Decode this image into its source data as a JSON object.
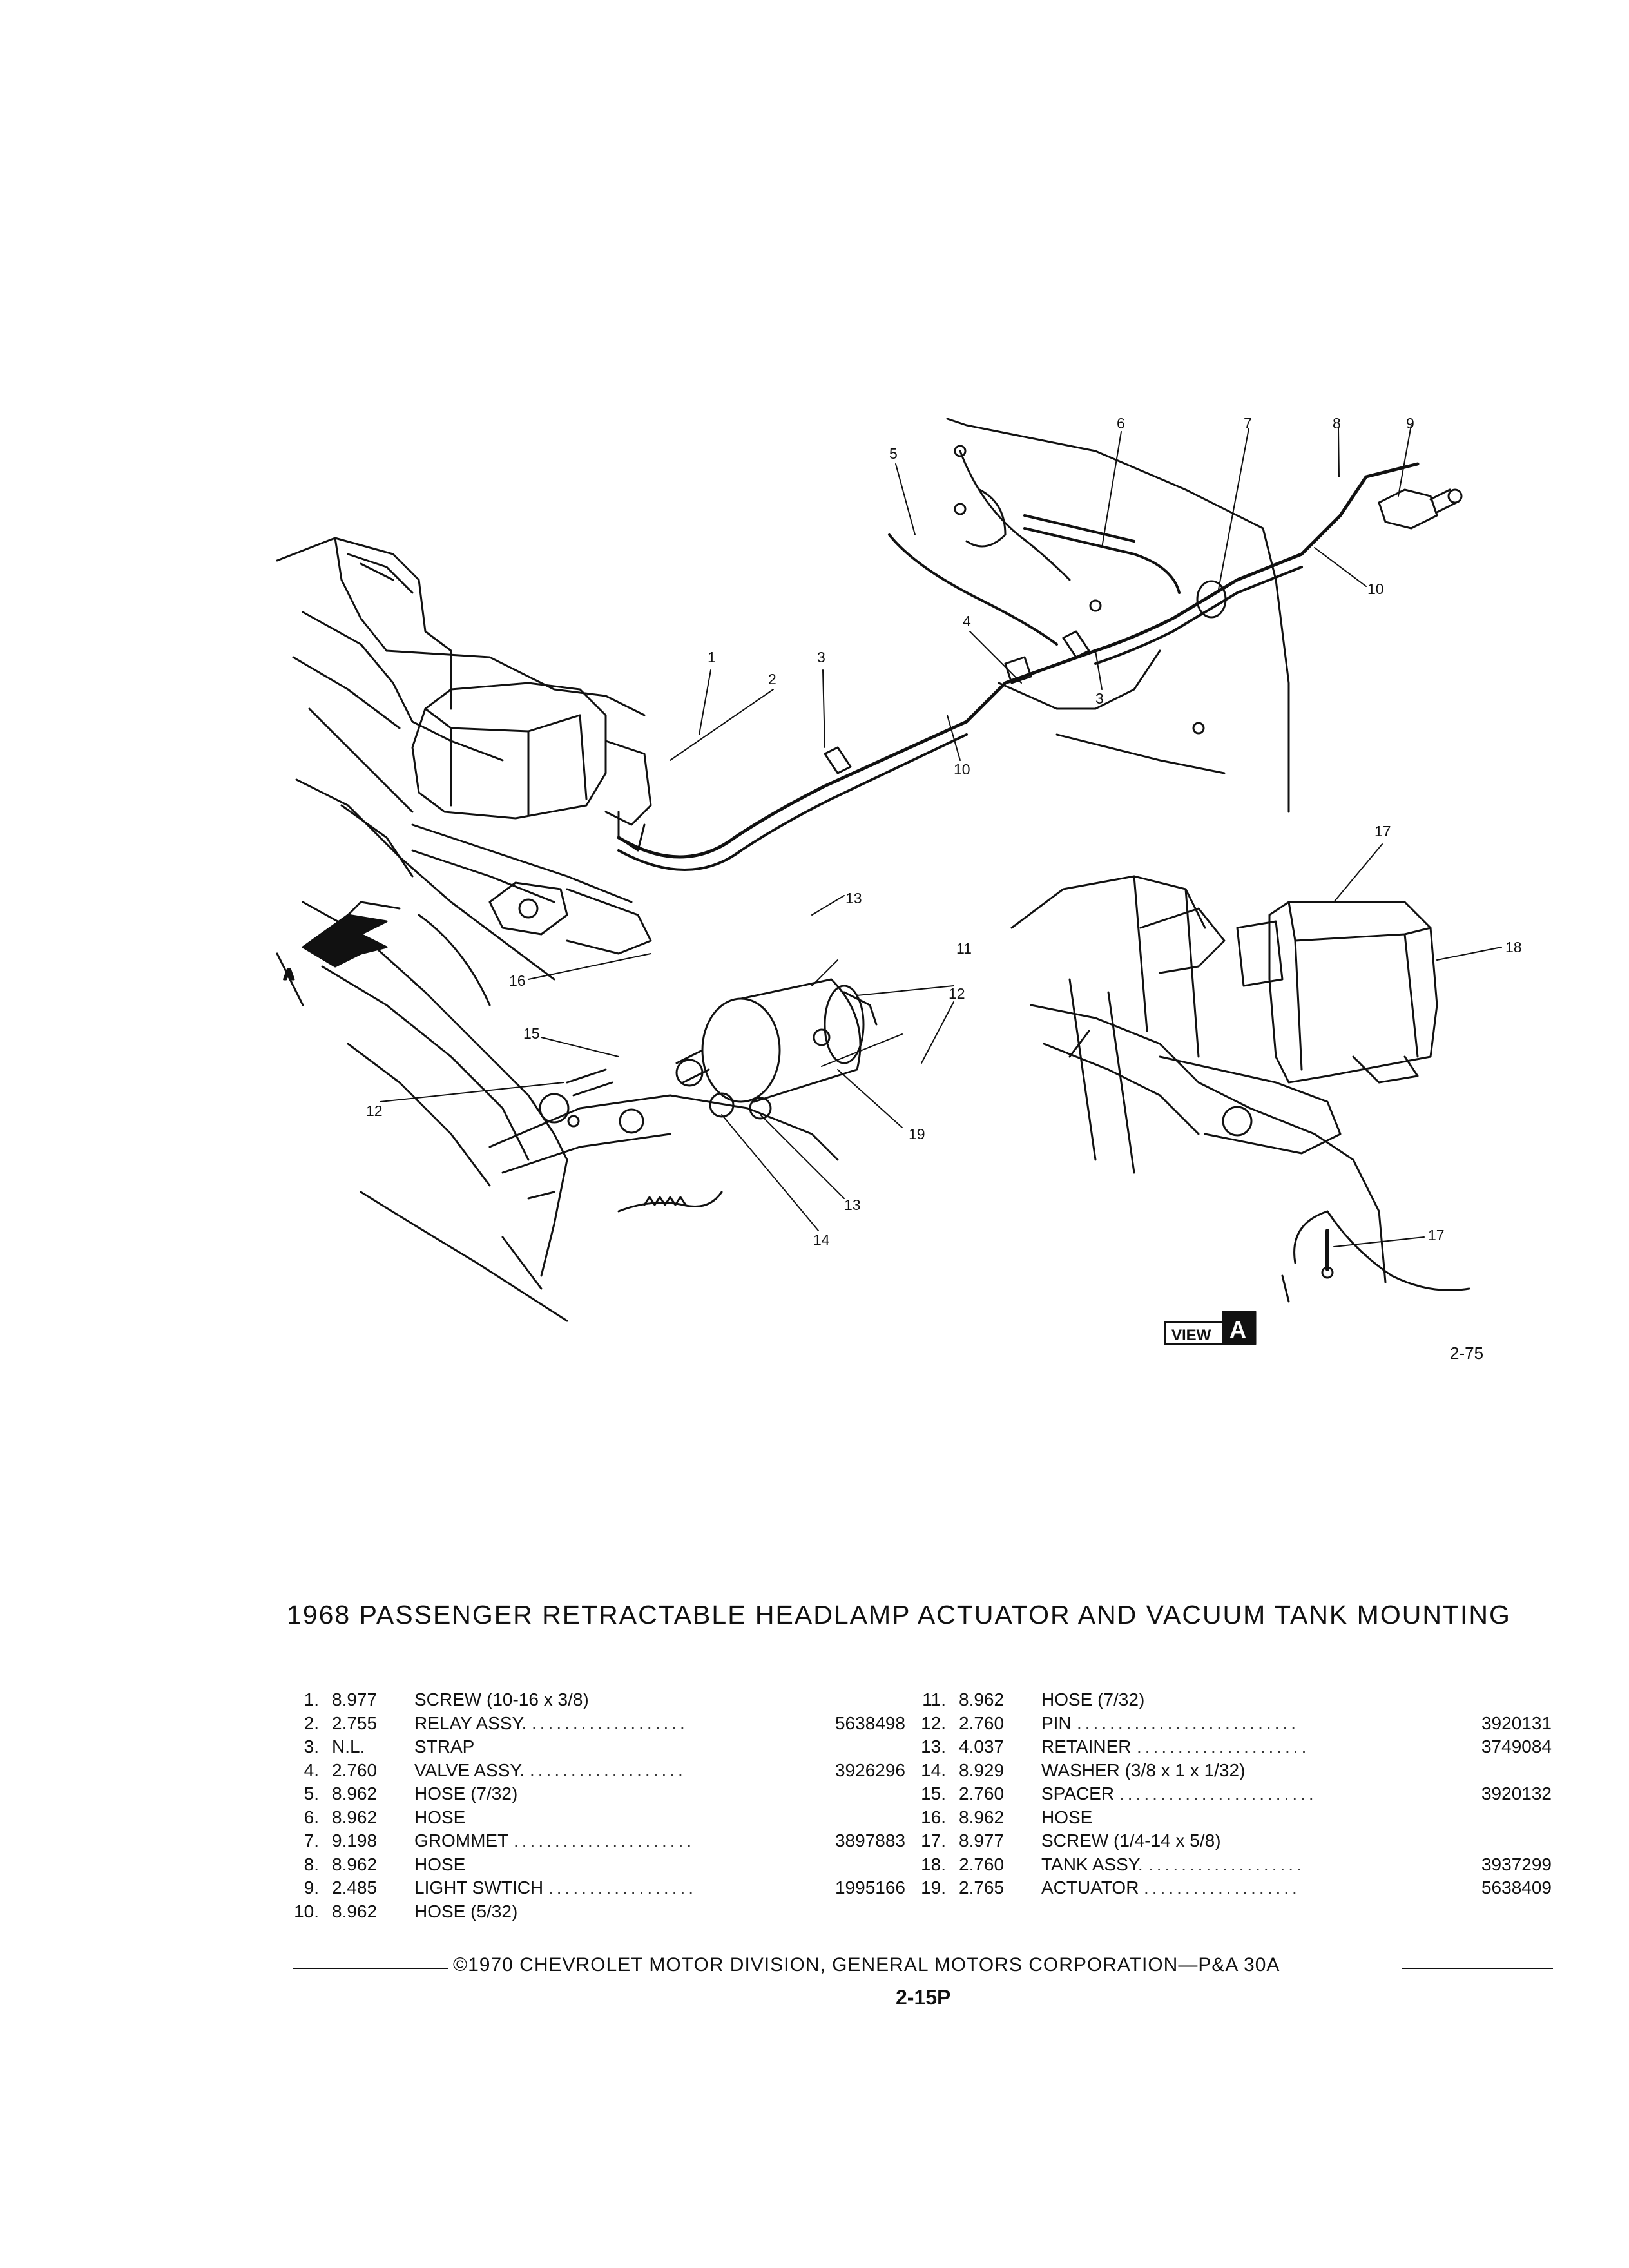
{
  "figure_number": "2-75",
  "view_label": "A",
  "view_box_text": "VIEW",
  "title": "1968 PASSENGER RETRACTABLE HEADLAMP ACTUATOR AND VACUUM TANK MOUNTING",
  "callouts": [
    "1",
    "2",
    "3",
    "3",
    "4",
    "5",
    "6",
    "7",
    "8",
    "9",
    "10",
    "10",
    "11",
    "12",
    "12",
    "13",
    "13",
    "14",
    "15",
    "16",
    "17",
    "17",
    "18",
    "19"
  ],
  "parts_left": [
    {
      "num": "1.",
      "code": "8.977",
      "desc": "SCREW (10-16 x 3/8)",
      "dots": "",
      "part": ""
    },
    {
      "num": "2.",
      "code": "2.755",
      "desc": "RELAY ASSY.",
      "dots": "...................",
      "part": "5638498"
    },
    {
      "num": "3.",
      "code": "N.L.",
      "desc": "STRAP",
      "dots": "",
      "part": ""
    },
    {
      "num": "4.",
      "code": "2.760",
      "desc": "VALVE ASSY.",
      "dots": "...................",
      "part": "3926296"
    },
    {
      "num": "5.",
      "code": "8.962",
      "desc": "HOSE (7/32)",
      "dots": "",
      "part": ""
    },
    {
      "num": "6.",
      "code": "8.962",
      "desc": "HOSE",
      "dots": "",
      "part": ""
    },
    {
      "num": "7.",
      "code": "9.198",
      "desc": "GROMMET",
      "dots": "......................",
      "part": "3897883"
    },
    {
      "num": "8.",
      "code": "8.962",
      "desc": "HOSE",
      "dots": "",
      "part": ""
    },
    {
      "num": "9.",
      "code": "2.485",
      "desc": "LIGHT SWTICH",
      "dots": "..................",
      "part": "1995166"
    },
    {
      "num": "10.",
      "code": "8.962",
      "desc": "HOSE (5/32)",
      "dots": "",
      "part": ""
    }
  ],
  "parts_right": [
    {
      "num": "11.",
      "code": "8.962",
      "desc": "HOSE (7/32)",
      "dots": "",
      "part": ""
    },
    {
      "num": "12.",
      "code": "2.760",
      "desc": "PIN",
      "dots": "...........................",
      "part": "3920131"
    },
    {
      "num": "13.",
      "code": "4.037",
      "desc": "RETAINER",
      "dots": ".....................",
      "part": "3749084"
    },
    {
      "num": "14.",
      "code": "8.929",
      "desc": "WASHER (3/8 x 1 x 1/32)",
      "dots": "",
      "part": ""
    },
    {
      "num": "15.",
      "code": "2.760",
      "desc": "SPACER",
      "dots": "........................",
      "part": "3920132"
    },
    {
      "num": "16.",
      "code": "8.962",
      "desc": "HOSE",
      "dots": "",
      "part": ""
    },
    {
      "num": "17.",
      "code": "8.977",
      "desc": "SCREW (1/4-14 x 5/8)",
      "dots": "",
      "part": ""
    },
    {
      "num": "18.",
      "code": "2.760",
      "desc": "TANK ASSY.",
      "dots": "...................",
      "part": "3937299"
    },
    {
      "num": "19.",
      "code": "2.765",
      "desc": "ACTUATOR",
      "dots": "...................",
      "part": "5638409"
    }
  ],
  "footer": "©1970 CHEVROLET MOTOR DIVISION, GENERAL MOTORS CORPORATION—P&A 30A",
  "page_number": "2-15P"
}
